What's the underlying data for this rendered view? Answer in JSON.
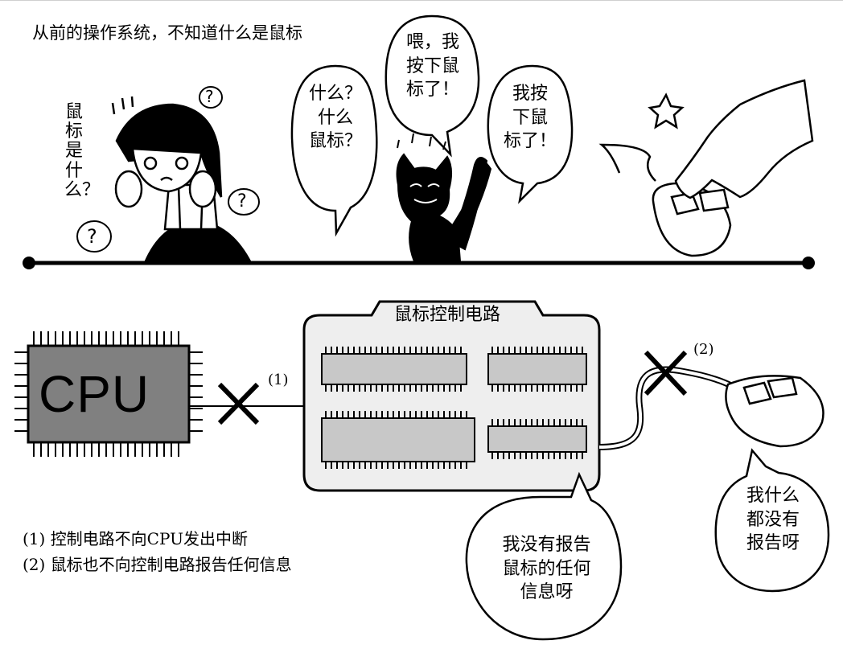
{
  "top": {
    "caption": "从前的操作系统，不知道什么是鼠标",
    "girl_thought": "鼠标是什么？",
    "girl_q_marks": [
      "?",
      "?",
      "?"
    ],
    "os_bubble": "什么？\n什么\n鼠标？",
    "cat_bubble": "喂，我\n按下鼠\n标了！",
    "mouse_bubble": "我按\n下鼠\n标了！"
  },
  "bottom": {
    "controller_title": "鼠标控制电路",
    "cpu_label": "CPU",
    "mark1": "(1)",
    "mark2": "(2)",
    "controller_bubble": "我没有报告\n鼠标的任何\n信息呀",
    "mouse_bubble": "我什么\n都没有\n报告呀",
    "legend": [
      "(1) 控制电路不向CPU发出中断",
      "(2) 鼠标也不向控制电路报告任何信息"
    ]
  },
  "colors": {
    "ink": "#000000",
    "chip_fill": "#808080",
    "controller_fill": "#eeeeee",
    "ic_fill": "#c8c8c8",
    "paper": "#ffffff"
  }
}
